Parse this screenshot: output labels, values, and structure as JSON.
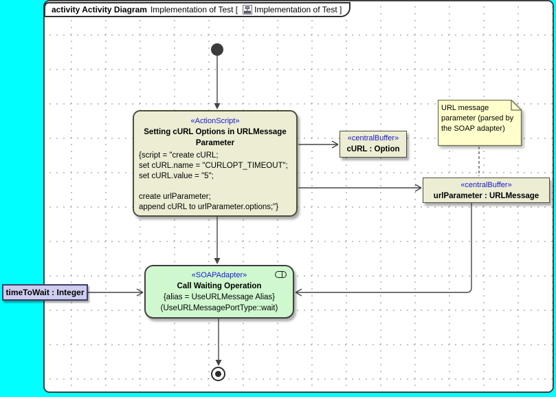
{
  "frame": {
    "kind_label": "activity Activity Diagram",
    "name_label": "Implementation of Test [",
    "context_label": "Implementation of Test ]",
    "icon": "activity-diagram-icon"
  },
  "nodes": {
    "initial": {
      "kind": "initial-node"
    },
    "final": {
      "kind": "activity-final-node"
    },
    "action_script": {
      "stereotype": "«ActionScript»",
      "title": "Setting cURL Options in URLMessage Parameter",
      "script_lines": [
        "{script = \"create cURL;",
        "set cURL.name = \"CURLOPT_TIMEOUT\";",
        "set cURL.value = \"5\";",
        "",
        "create urlParameter;",
        "append cURL to urlParameter.options;\"}"
      ]
    },
    "curl_buffer": {
      "stereotype": "«centralBuffer»",
      "name": "cURL : Option"
    },
    "url_param_buffer": {
      "stereotype": "«centralBuffer»",
      "name": "urlParameter : URLMessage"
    },
    "soap_adapter": {
      "stereotype": "«SOAPAdapter»",
      "title": "Call Waiting Operation",
      "constraint": "{alias = UseURLMessage Alias}",
      "operation": "(UseURLMessagePortType::wait)",
      "icon": "call-operation-icon"
    },
    "note": {
      "text": "URL message parameter (parsed by the SOAP adapter)"
    },
    "parameter": {
      "label": "timeToWait : Integer"
    }
  },
  "colors": {
    "desktop_background": "#00ffff",
    "canvas_background": "#ffffff",
    "grid_dot": "#b4b4b4",
    "action_fill": "#ecedd3",
    "buffer_fill": "#ecedd3",
    "soap_fill": "#cff8cf",
    "note_fill": "#ffffcc",
    "parameter_fill": "#cdcdf0",
    "stereotype_text": "#1717cd",
    "edge_stroke": "#444444"
  }
}
